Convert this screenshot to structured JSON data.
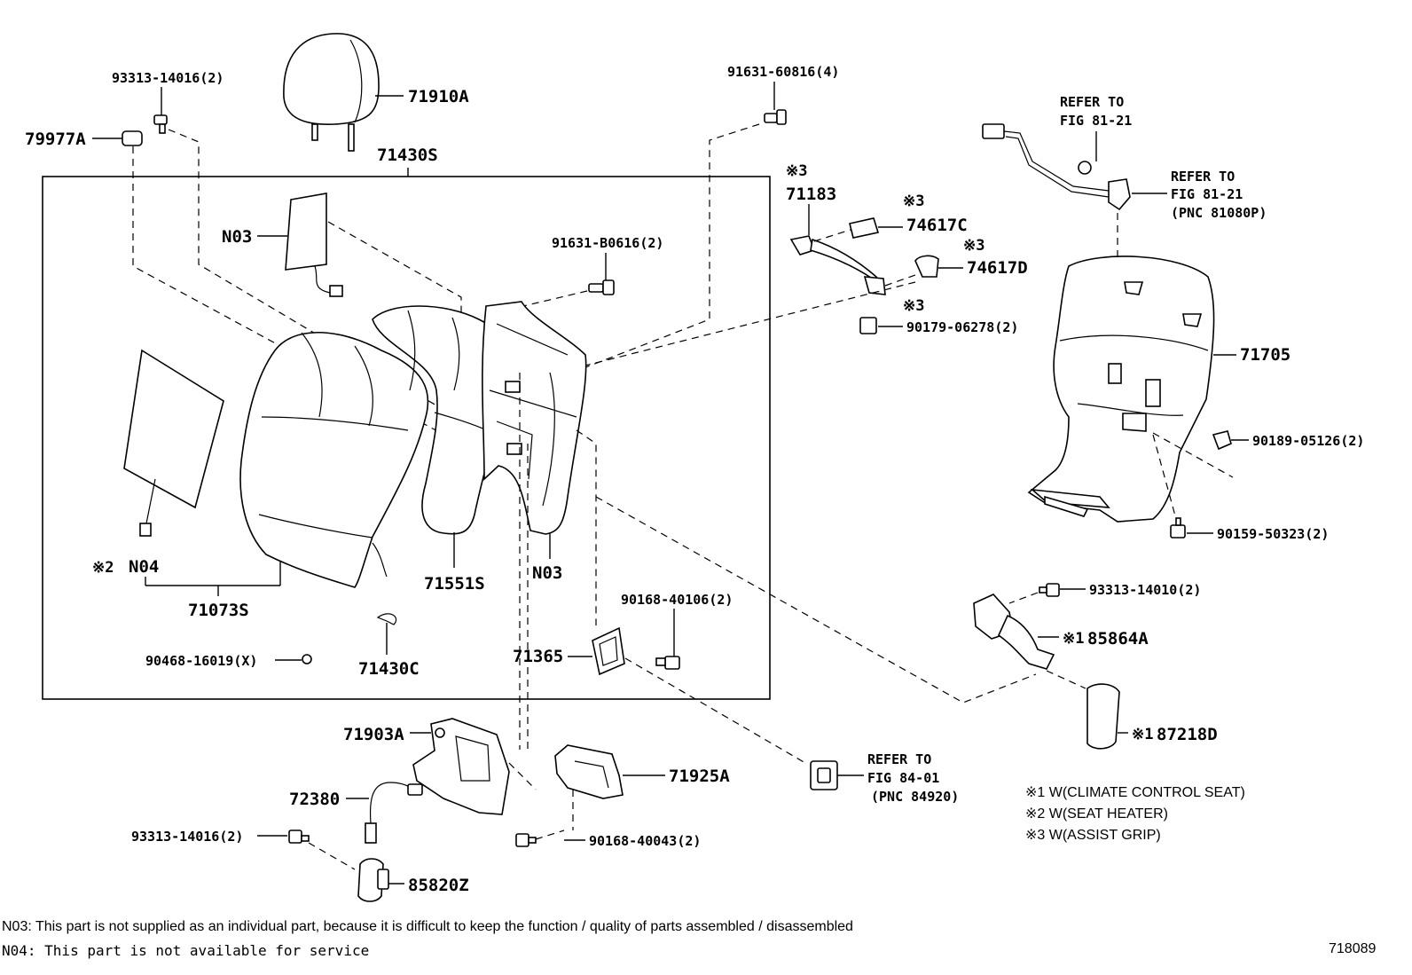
{
  "parts": {
    "p93313_14016_top": "93313-14016(2)",
    "p79977A": "79977A",
    "p71910A": "71910A",
    "p71430S": "71430S",
    "p91631_60816": "91631-60816(4)",
    "p71183": "71183",
    "p74617C": "74617C",
    "p74617D": "74617D",
    "p90179_06278": "90179-06278(2)",
    "mark3": "※3",
    "mark2": "※2",
    "mark1": "※1",
    "pN03_top": "N03",
    "p91631_B0616": "91631-B0616(2)",
    "p71705": "71705",
    "p90189_05126": "90189-05126(2)",
    "p90159_50323": "90159-50323(2)",
    "pN04": "N04",
    "p71073S": "71073S",
    "p71551S": "71551S",
    "pN03_bottom": "N03",
    "p90168_40106": "90168-40106(2)",
    "p93313_14010": "93313-14010(2)",
    "p85864A": "85864A",
    "p90468_16019": "90468-16019(X)",
    "p71430C": "71430C",
    "p71365": "71365",
    "p87218D": "87218D",
    "p71903A": "71903A",
    "p71925A": "71925A",
    "p72380": "72380",
    "p93313_14016_bottom": "93313-14016(2)",
    "p90168_40043": "90168-40043(2)",
    "p85820Z": "85820Z"
  },
  "references": {
    "top_left": {
      "line1": "REFER TO",
      "line2": "FIG 81-21"
    },
    "top_right": {
      "line1": "REFER TO",
      "line2": "FIG 81-21",
      "line3": "(PNC 81080P)"
    },
    "bottom": {
      "line1": "REFER TO",
      "line2": "FIG 84-01",
      "line3": "(PNC 84920)"
    }
  },
  "legend": [
    "※1 W(CLIMATE CONTROL SEAT)",
    "※2 W(SEAT HEATER)",
    "※3 W(ASSIST GRIP)"
  ],
  "notes": {
    "n03": "N03: This part is not supplied as an individual part, because it is difficult to keep the function / quality of parts assembled / disassembled",
    "n04": "N04: This part is not available for service"
  },
  "figure_id": "718089"
}
